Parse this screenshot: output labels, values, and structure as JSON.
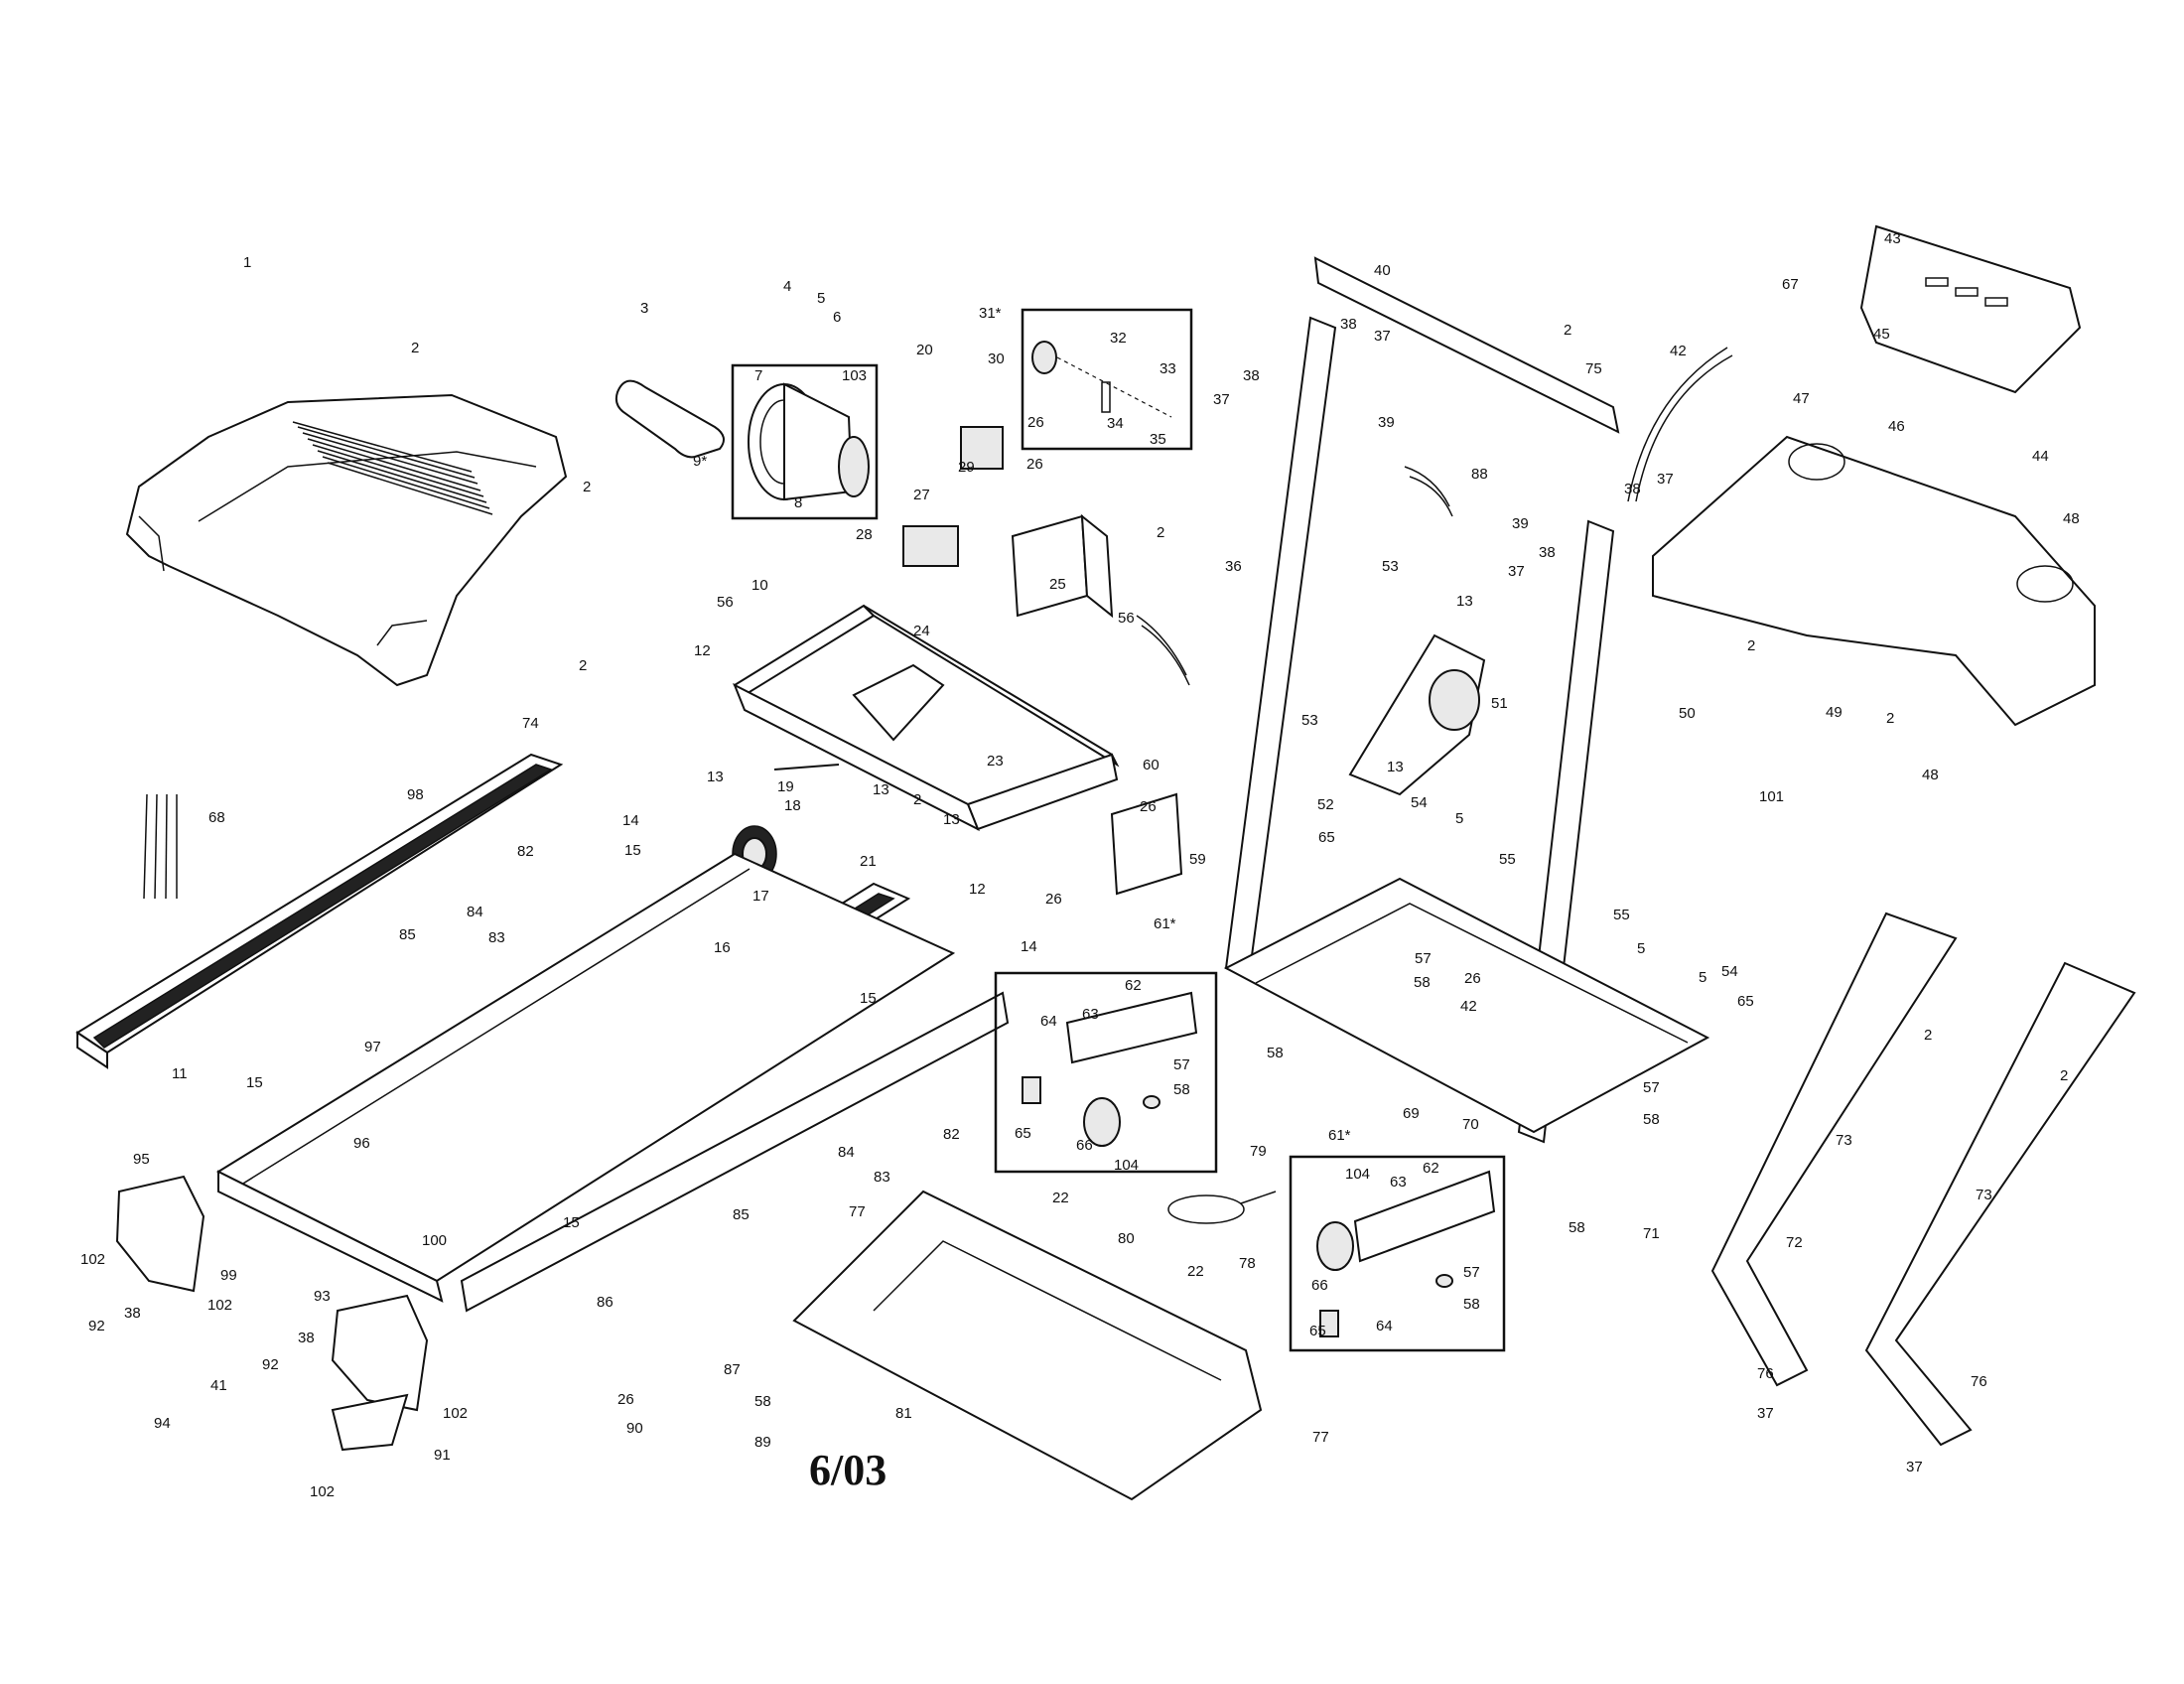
{
  "date_code": "6/03",
  "callouts": [
    {
      "id": "c-1",
      "text": "1"
    },
    {
      "id": "c-2a",
      "text": "2"
    },
    {
      "id": "c-2b",
      "text": "2"
    },
    {
      "id": "c-3",
      "text": "3"
    },
    {
      "id": "c-4",
      "text": "4"
    },
    {
      "id": "c-5a",
      "text": "5"
    },
    {
      "id": "c-6",
      "text": "6"
    },
    {
      "id": "c-7",
      "text": "7"
    },
    {
      "id": "c-103",
      "text": "103"
    },
    {
      "id": "c-8",
      "text": "8"
    },
    {
      "id": "c-9",
      "text": "9*"
    },
    {
      "id": "c-20",
      "text": "20"
    },
    {
      "id": "c-26a",
      "text": "26"
    },
    {
      "id": "c-26b",
      "text": "26"
    },
    {
      "id": "c-29",
      "text": "29"
    },
    {
      "id": "c-27",
      "text": "27"
    },
    {
      "id": "c-28",
      "text": "28"
    },
    {
      "id": "c-24",
      "text": "24"
    },
    {
      "id": "c-25",
      "text": "25"
    },
    {
      "id": "c-31",
      "text": "31*"
    },
    {
      "id": "c-30",
      "text": "30"
    },
    {
      "id": "c-32",
      "text": "32"
    },
    {
      "id": "c-33",
      "text": "33"
    },
    {
      "id": "c-34",
      "text": "34"
    },
    {
      "id": "c-35",
      "text": "35"
    },
    {
      "id": "c-56a",
      "text": "56"
    },
    {
      "id": "c-10",
      "text": "10"
    },
    {
      "id": "c-12a",
      "text": "12"
    },
    {
      "id": "c-13a",
      "text": "13"
    },
    {
      "id": "c-19",
      "text": "19"
    },
    {
      "id": "c-13b",
      "text": "13"
    },
    {
      "id": "c-23",
      "text": "23"
    },
    {
      "id": "c-60",
      "text": "60"
    },
    {
      "id": "c-26c",
      "text": "26"
    },
    {
      "id": "c-59",
      "text": "59"
    },
    {
      "id": "c-26d",
      "text": "26"
    },
    {
      "id": "c-12b",
      "text": "12"
    },
    {
      "id": "c-21",
      "text": "21"
    },
    {
      "id": "c-2c",
      "text": "2"
    },
    {
      "id": "c-13c",
      "text": "13"
    },
    {
      "id": "c-14a",
      "text": "14"
    },
    {
      "id": "c-18",
      "text": "18"
    },
    {
      "id": "c-15a",
      "text": "15"
    },
    {
      "id": "c-17",
      "text": "17"
    },
    {
      "id": "c-74",
      "text": "74"
    },
    {
      "id": "c-2d",
      "text": "2"
    },
    {
      "id": "c-98",
      "text": "98"
    },
    {
      "id": "c-68",
      "text": "68"
    },
    {
      "id": "c-82a",
      "text": "82"
    },
    {
      "id": "c-84a",
      "text": "84"
    },
    {
      "id": "c-83a",
      "text": "83"
    },
    {
      "id": "c-85a",
      "text": "85"
    },
    {
      "id": "c-16",
      "text": "16"
    },
    {
      "id": "c-97",
      "text": "97"
    },
    {
      "id": "c-11",
      "text": "11"
    },
    {
      "id": "c-15b",
      "text": "15"
    },
    {
      "id": "c-96",
      "text": "96"
    },
    {
      "id": "c-95",
      "text": "95"
    },
    {
      "id": "c-102a",
      "text": "102"
    },
    {
      "id": "c-99",
      "text": "99"
    },
    {
      "id": "c-92a",
      "text": "92"
    },
    {
      "id": "c-38a",
      "text": "38"
    },
    {
      "id": "c-102b",
      "text": "102"
    },
    {
      "id": "c-100",
      "text": "100"
    },
    {
      "id": "c-15c",
      "text": "15"
    },
    {
      "id": "c-86",
      "text": "86"
    },
    {
      "id": "c-15d",
      "text": "15"
    },
    {
      "id": "c-14b",
      "text": "14"
    },
    {
      "id": "c-82b",
      "text": "82"
    },
    {
      "id": "c-84b",
      "text": "84"
    },
    {
      "id": "c-83b",
      "text": "83"
    },
    {
      "id": "c-85b",
      "text": "85"
    },
    {
      "id": "c-77a",
      "text": "77"
    },
    {
      "id": "c-22a",
      "text": "22"
    },
    {
      "id": "c-93",
      "text": "93"
    },
    {
      "id": "c-38b",
      "text": "38"
    },
    {
      "id": "c-92b",
      "text": "92"
    },
    {
      "id": "c-41",
      "text": "41"
    },
    {
      "id": "c-94",
      "text": "94"
    },
    {
      "id": "c-102c",
      "text": "102"
    },
    {
      "id": "c-91",
      "text": "91"
    },
    {
      "id": "c-102d",
      "text": "102"
    },
    {
      "id": "c-26e",
      "text": "26"
    },
    {
      "id": "c-90",
      "text": "90"
    },
    {
      "id": "c-87",
      "text": "87"
    },
    {
      "id": "c-58a",
      "text": "58"
    },
    {
      "id": "c-89",
      "text": "89"
    },
    {
      "id": "c-81",
      "text": "81"
    },
    {
      "id": "c-77b",
      "text": "77"
    },
    {
      "id": "c-80",
      "text": "80"
    },
    {
      "id": "c-79",
      "text": "79"
    },
    {
      "id": "c-22b",
      "text": "22"
    },
    {
      "id": "c-78",
      "text": "78"
    },
    {
      "id": "c-61a",
      "text": "61*"
    },
    {
      "id": "c-62a",
      "text": "62"
    },
    {
      "id": "c-64a",
      "text": "64"
    },
    {
      "id": "c-63a",
      "text": "63"
    },
    {
      "id": "c-57a",
      "text": "57"
    },
    {
      "id": "c-58b",
      "text": "58"
    },
    {
      "id": "c-65a",
      "text": "65"
    },
    {
      "id": "c-66a",
      "text": "66"
    },
    {
      "id": "c-104a",
      "text": "104"
    },
    {
      "id": "c-61b",
      "text": "61*"
    },
    {
      "id": "c-104b",
      "text": "104"
    },
    {
      "id": "c-62b",
      "text": "62"
    },
    {
      "id": "c-63b",
      "text": "63"
    },
    {
      "id": "c-66b",
      "text": "66"
    },
    {
      "id": "c-57b",
      "text": "57"
    },
    {
      "id": "c-58c",
      "text": "58"
    },
    {
      "id": "c-64b",
      "text": "64"
    },
    {
      "id": "c-65b",
      "text": "65"
    },
    {
      "id": "c-40",
      "text": "40"
    },
    {
      "id": "c-2e",
      "text": "2"
    },
    {
      "id": "c-38c",
      "text": "38"
    },
    {
      "id": "c-37a",
      "text": "37"
    },
    {
      "id": "c-37b",
      "text": "37"
    },
    {
      "id": "c-38d",
      "text": "38"
    },
    {
      "id": "c-39a",
      "text": "39"
    },
    {
      "id": "c-36",
      "text": "36"
    },
    {
      "id": "c-2f",
      "text": "2"
    },
    {
      "id": "c-88",
      "text": "88"
    },
    {
      "id": "c-56b",
      "text": "56"
    },
    {
      "id": "c-75",
      "text": "75"
    },
    {
      "id": "c-42a",
      "text": "42"
    },
    {
      "id": "c-38e",
      "text": "38"
    },
    {
      "id": "c-37c",
      "text": "37"
    },
    {
      "id": "c-39b",
      "text": "39"
    },
    {
      "id": "c-37d",
      "text": "37"
    },
    {
      "id": "c-38f",
      "text": "38"
    },
    {
      "id": "c-53a",
      "text": "53"
    },
    {
      "id": "c-13d",
      "text": "13"
    },
    {
      "id": "c-51",
      "text": "51"
    },
    {
      "id": "c-53b",
      "text": "53"
    },
    {
      "id": "c-52",
      "text": "52"
    },
    {
      "id": "c-13e",
      "text": "13"
    },
    {
      "id": "c-54a",
      "text": "54"
    },
    {
      "id": "c-5b",
      "text": "5"
    },
    {
      "id": "c-65c",
      "text": "65"
    },
    {
      "id": "c-55a",
      "text": "55"
    },
    {
      "id": "c-57c",
      "text": "57"
    },
    {
      "id": "c-58d",
      "text": "58"
    },
    {
      "id": "c-26f",
      "text": "26"
    },
    {
      "id": "c-42b",
      "text": "42"
    },
    {
      "id": "c-58e",
      "text": "58"
    },
    {
      "id": "c-69",
      "text": "69"
    },
    {
      "id": "c-70",
      "text": "70"
    },
    {
      "id": "c-55b",
      "text": "55"
    },
    {
      "id": "c-5c",
      "text": "5"
    },
    {
      "id": "c-5d",
      "text": "5"
    },
    {
      "id": "c-54b",
      "text": "54"
    },
    {
      "id": "c-65d",
      "text": "65"
    },
    {
      "id": "c-57d",
      "text": "57"
    },
    {
      "id": "c-58f",
      "text": "58"
    },
    {
      "id": "c-58g",
      "text": "58"
    },
    {
      "id": "c-43",
      "text": "43"
    },
    {
      "id": "c-67",
      "text": "67"
    },
    {
      "id": "c-45",
      "text": "45"
    },
    {
      "id": "c-47",
      "text": "47"
    },
    {
      "id": "c-46",
      "text": "46"
    },
    {
      "id": "c-44",
      "text": "44"
    },
    {
      "id": "c-48a",
      "text": "48"
    },
    {
      "id": "c-2g",
      "text": "2"
    },
    {
      "id": "c-49",
      "text": "49"
    },
    {
      "id": "c-2h",
      "text": "2"
    },
    {
      "id": "c-50",
      "text": "50"
    },
    {
      "id": "c-101",
      "text": "101"
    },
    {
      "id": "c-48b",
      "text": "48"
    },
    {
      "id": "c-2i",
      "text": "2"
    },
    {
      "id": "c-73a",
      "text": "73"
    },
    {
      "id": "c-2j",
      "text": "2"
    },
    {
      "id": "c-73b",
      "text": "73"
    },
    {
      "id": "c-71",
      "text": "71"
    },
    {
      "id": "c-72",
      "text": "72"
    },
    {
      "id": "c-76a",
      "text": "76"
    },
    {
      "id": "c-37e",
      "text": "37"
    },
    {
      "id": "c-76b",
      "text": "76"
    },
    {
      "id": "c-37f",
      "text": "37"
    }
  ]
}
